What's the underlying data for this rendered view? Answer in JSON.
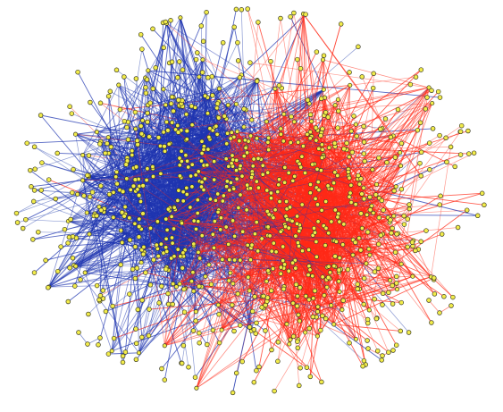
{
  "figure": {
    "kind": "network-graph",
    "background_color": "#ffffff",
    "communities": [
      {
        "color": "#1f35b0",
        "light_color": "#6f82c9",
        "side": "left"
      },
      {
        "color": "#ff2a17",
        "light_color": "#ff7f73",
        "side": "right"
      }
    ],
    "node_style": {
      "fill": "#f2ec4a",
      "stroke": "#3a3a24"
    },
    "background_lettering": []
  }
}
